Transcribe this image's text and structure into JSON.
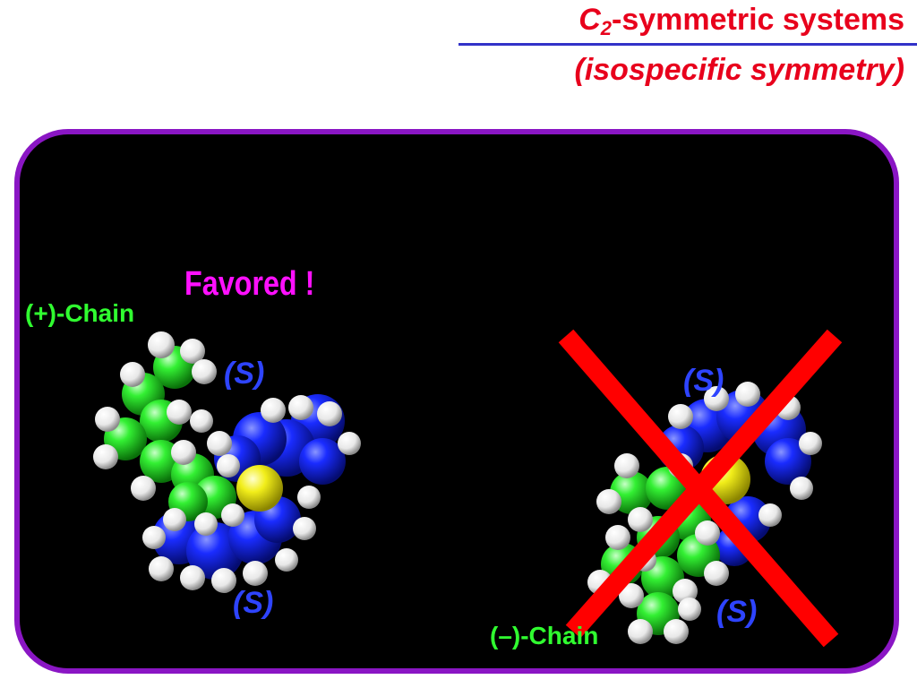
{
  "title": {
    "c_letter": "C",
    "c_subscript": "2",
    "line1_rest": "-symmetric systems",
    "line2": "(isospecific symmetry)"
  },
  "labels": {
    "favored": "Favored !",
    "plus_chain": "(+)-Chain",
    "minus_chain": "(–)-Chain",
    "s_left_top": "(S)",
    "s_left_bottom": "(S)",
    "s_right_top": "(S)",
    "s_right_bottom": "(S)"
  },
  "colors": {
    "title": "#e8001c",
    "rule": "#3232c8",
    "panel_border": "#8a16c4",
    "favored": "#ff10ff",
    "chain": "#30ff30",
    "stereo_label": "#2e44ff",
    "carbon": "#22e022",
    "hydrogen": "#ffffff",
    "nitrogen": "#1a2cff",
    "metal": "#f2ee1a",
    "cross": "#ff0000"
  }
}
